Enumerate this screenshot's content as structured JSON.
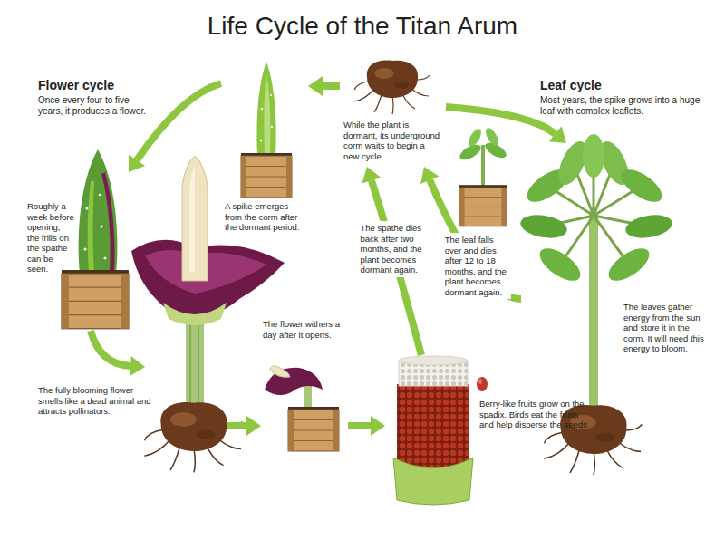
{
  "diagram": {
    "title": "Life Cycle of the Titan Arum",
    "nodes": [
      {
        "text": [
          "While the plant is dormant, its underground corm waits to begin a new cycle."
        ]
      },
      {
        "text": [
          "A spike emerges from the corm after the dormant period."
        ]
      },
      {
        "text": [
          "Roughly a week before opening, the frills on the spathe can be seen."
        ]
      },
      {
        "text": [
          "The fully blooming flower smells like a dead animal and attracts pollinators."
        ]
      },
      {
        "text": [
          "The flower withers a day after it opens."
        ]
      },
      {
        "text": [
          "Berry-like fruits grow on the spadix. Birds eat the fruits and help disperse the seeds."
        ]
      },
      {
        "text": [
          "The leaves gather energy from the sun and store it in the corm. It will need this energy to bloom."
        ]
      }
    ],
    "edges": [
      {
        "from": 0,
        "to": 1,
        "arrow": "to"
      },
      {
        "from": 1,
        "to": 2,
        "arrow": "to"
      },
      {
        "from": 2,
        "to": 3,
        "arrow": "to"
      },
      {
        "from": 3,
        "to": 4,
        "arrow": "to"
      },
      {
        "from": 4,
        "to": 5,
        "arrow": "to"
      },
      {
        "from": 5,
        "to": 0,
        "label": "The spathe dies back after two months, and the plant becomes dormant again.",
        "arrow": "to"
      },
      {
        "from": 0,
        "to": 6,
        "arrow": "to"
      },
      {
        "from": 6,
        "to": 0,
        "label": "The leaf falls over and dies after 12 to 18 months, and the plant becomes dormant again.",
        "arrow": "to"
      }
    ],
    "labels": [
      "Flower cycle",
      "Once every four to five years, it produces a flower.",
      "Leaf cycle",
      "Most years, the spike grows into a huge leaf with complex leaflets."
    ]
  }
}
